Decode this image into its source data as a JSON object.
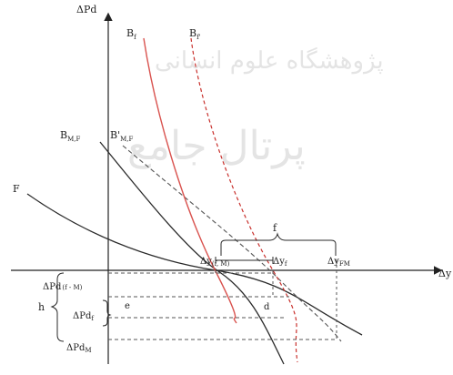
{
  "labels": {
    "y_axis": "ΔPd",
    "x_axis": "Δy",
    "b_f": "B",
    "b_f_sub": "f",
    "b_f_prime": "B",
    "b_f_prime_sub": "f'",
    "b_mf": "B",
    "b_mf_sub": "M,F",
    "b_mf_prime": "B'",
    "b_mf_prime_sub": "M,F",
    "f": "F",
    "delta_y_fm": "Δy",
    "delta_y_fm_sub": "(f, M)",
    "delta_y_f": "Δy",
    "delta_y_f_sub": "f",
    "delta_y_fm2": "Δy",
    "delta_y_fm2_sub": "FM",
    "brace_top": "f",
    "dpd_fm": "ΔPd",
    "dpd_fm_sub": "(f - M)",
    "dpd_f": "ΔPd",
    "dpd_f_sub": "f",
    "dpd_m": "ΔPd",
    "dpd_m_sub": "M",
    "h": "h",
    "e": "e",
    "d": "d"
  },
  "watermark": {
    "line1": "پژوهشگاه علوم انسانی",
    "line2": "پرتال جامع"
  },
  "colors": {
    "black_curve": "#2a2a2a",
    "red_curve": "#d9534f",
    "red_dashed": "#c9302c",
    "dashed_black": "#555555"
  }
}
